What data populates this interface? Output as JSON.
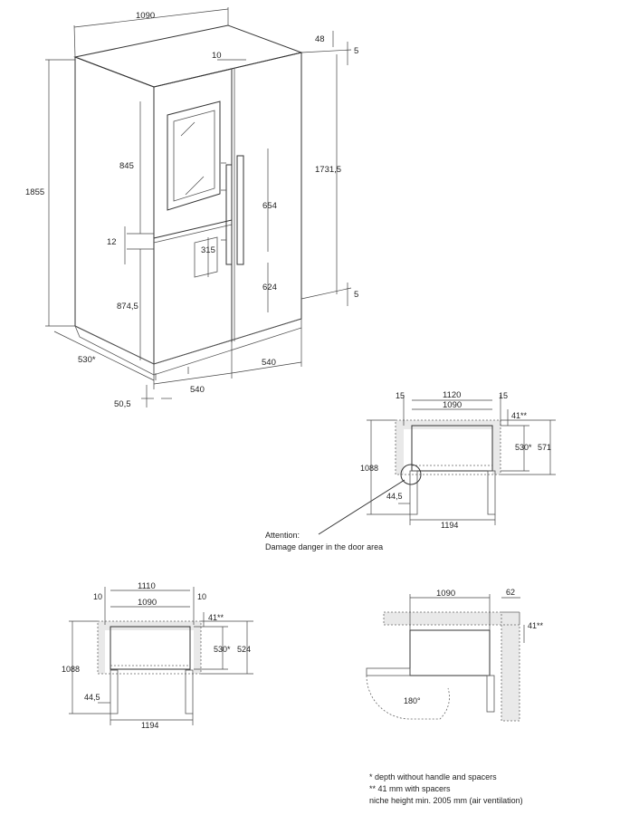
{
  "fridge_view": {
    "width_total": "1090",
    "height_total": "1855",
    "door_height_right": "1731,5",
    "top_offset": "48",
    "top_gap": "5",
    "bottom_gap": "5",
    "handle_offset": "10",
    "upper_door": "845",
    "divider": "12",
    "lower_door": "874,5",
    "handle_top": "654",
    "handle_bottom": "624",
    "dispenser": "315",
    "depth": "530*",
    "base_offset": "50,5",
    "left_half": "540",
    "right_half": "540"
  },
  "plan_middle": {
    "outer": "1120",
    "inner": "1090",
    "side_left": "15",
    "side_right": "15",
    "spacer": "41**",
    "depth_a": "530*",
    "depth_b": "571",
    "total_depth": "1088",
    "gap": "44,5",
    "door_width": "1194"
  },
  "attention": {
    "line1": "Attention:",
    "line2": "Damage danger in the door area"
  },
  "plan_left": {
    "outer": "1110",
    "inner": "1090",
    "side_left": "10",
    "side_right": "10",
    "spacer": "41**",
    "depth_a": "530*",
    "depth_b": "524",
    "total_depth": "1088",
    "gap": "44,5",
    "door_width": "1194"
  },
  "plan_right": {
    "width": "1090",
    "wall_gap": "62",
    "spacer": "41**",
    "angle": "180°"
  },
  "notes": {
    "n1": "*  depth without handle and spacers",
    "n2": "** 41 mm with spacers",
    "n3": "niche height min. 2005 mm (air ventilation)"
  }
}
